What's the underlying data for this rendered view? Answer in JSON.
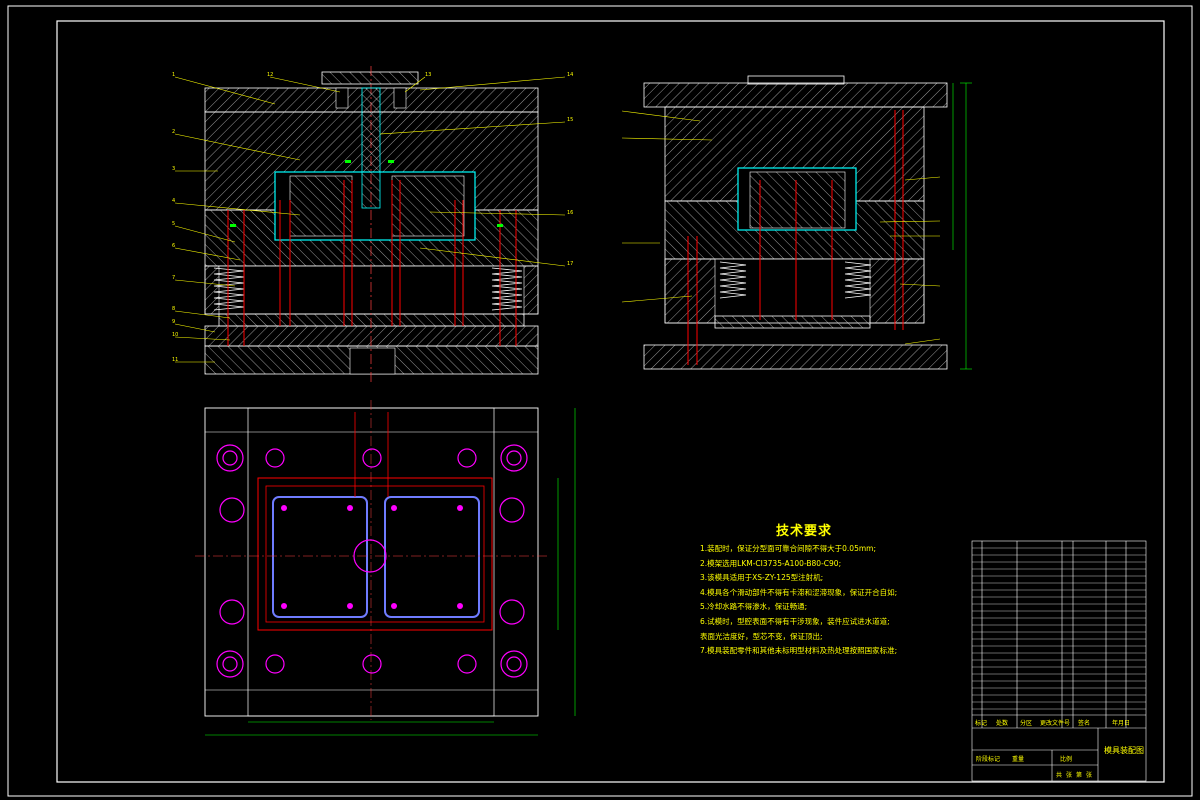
{
  "drawing": {
    "colors": {
      "background": "#000000",
      "frame": "#ffffff",
      "hatch": "#ffffff",
      "insert_outline": "#00ffff",
      "section_lines": "#ff0000",
      "centerline": "#ff4040",
      "bolts": "#ff00ff",
      "leader_labels": "#ffff00",
      "dimensions": "#00ff00",
      "cavity_outline": "#6f7cff"
    },
    "tech_requirements": {
      "title": "技术要求",
      "items": [
        "1.装配时，保证分型面可靠合间隙不得大于0.05mm;",
        "2.模架选用LKM-CI3735-A100-B80-C90;",
        "3.该模具适用于XS-ZY-125型注射机;",
        "4.模具各个滑动部件不得有卡滞和涩滞现象，保证开合自如;",
        "5.冷却水路不得渗水，保证畅通;",
        "6.试模时，型腔表面不得有干涉现象，装件应试进水道道;",
        "  表面光洁度好，型芯不变，保证顶出;",
        "7.模具装配零件和其他未标明型材料及热处理按照国家标准;"
      ]
    },
    "title_block": {
      "drawing_name": "模具装配图",
      "bottom_row": [
        "标记",
        "处数",
        "分区",
        "更改文件号",
        "签名",
        "年月日"
      ],
      "scale_row": [
        "阶段标记",
        "重量",
        "比例"
      ],
      "sheet": [
        "共",
        "张",
        "第",
        "张"
      ]
    }
  }
}
